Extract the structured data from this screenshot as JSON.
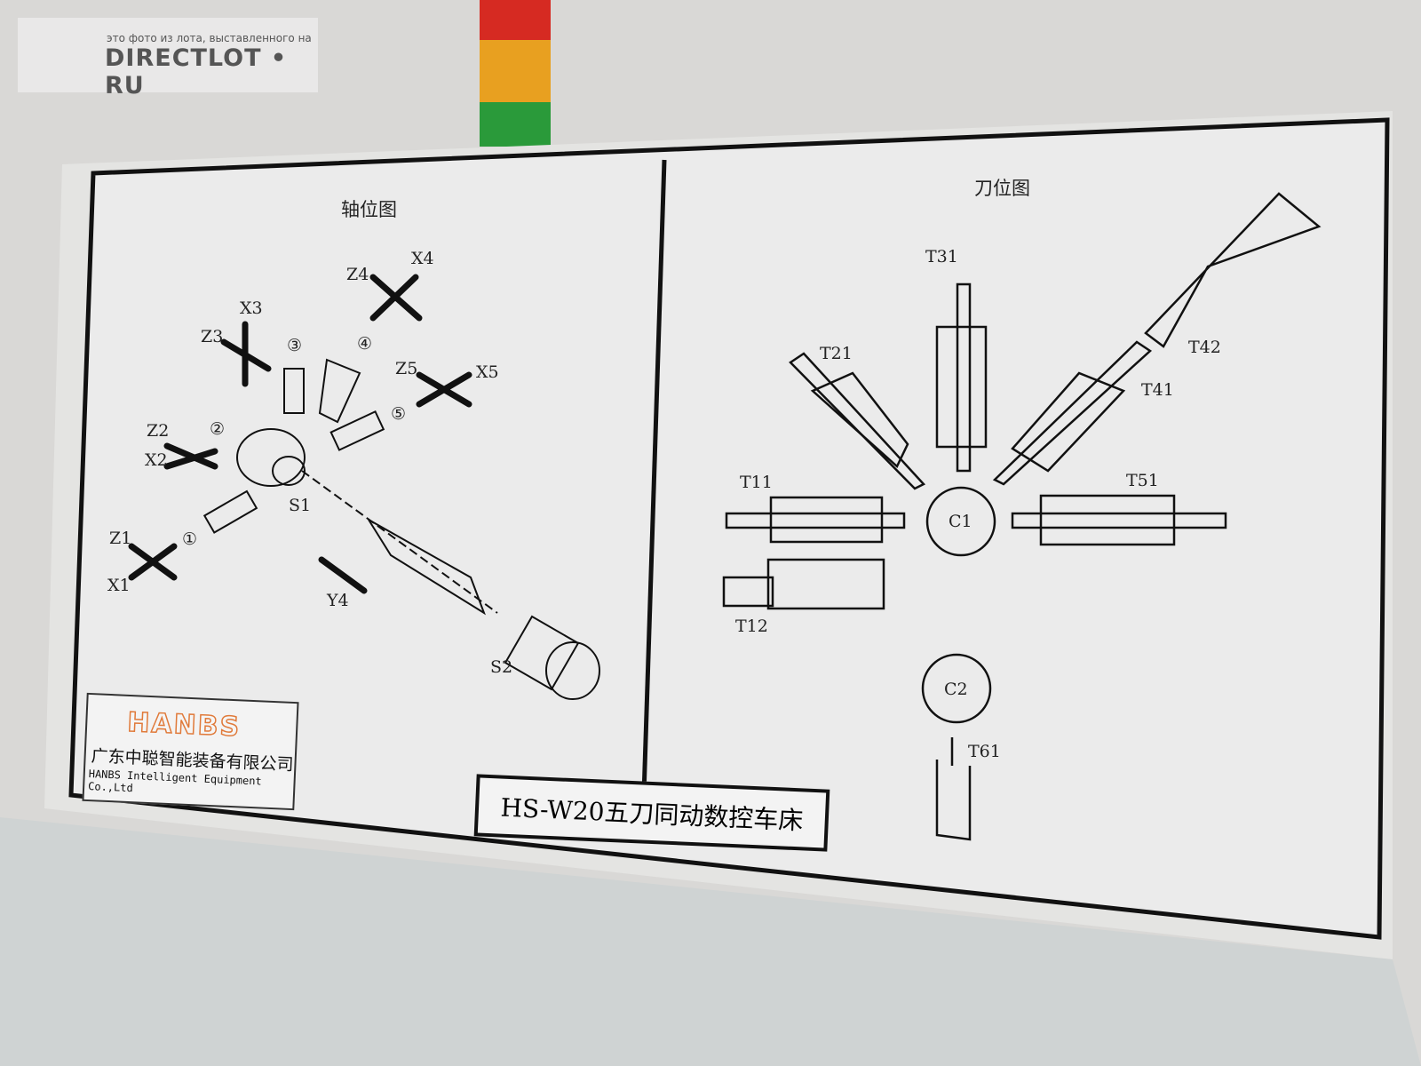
{
  "watermark": {
    "subtitle": "это фото из лота, выставленного на",
    "brand": "DIRECTLOT • RU"
  },
  "left_panel": {
    "heading": "轴位图",
    "labels": [
      "X4",
      "Z4",
      "X3",
      "Z3",
      "Z5",
      "X5",
      "Z2",
      "X2",
      "Z1",
      "X1",
      "Y4",
      "S1",
      "S2",
      "①",
      "②",
      "③",
      "④",
      "⑤"
    ]
  },
  "right_panel": {
    "heading": "刀位图",
    "labels": [
      "T31",
      "T21",
      "T42",
      "T41",
      "T11",
      "T51",
      "C1",
      "T12",
      "C2",
      "T61"
    ]
  },
  "company": {
    "logo": "HANBS",
    "name_cn": "广东中聪智能装备有限公司",
    "name_en": "HANBS Intelligent Equipment Co.,Ltd"
  },
  "machine_title": "HS-W20五刀同动数控车床",
  "colors": {
    "panel": "#ebebeb",
    "line": "#111111",
    "logo": "#e07a3a",
    "signal_red": "#d22",
    "signal_yellow": "#e8a020",
    "signal_green": "#2a9a3a"
  }
}
